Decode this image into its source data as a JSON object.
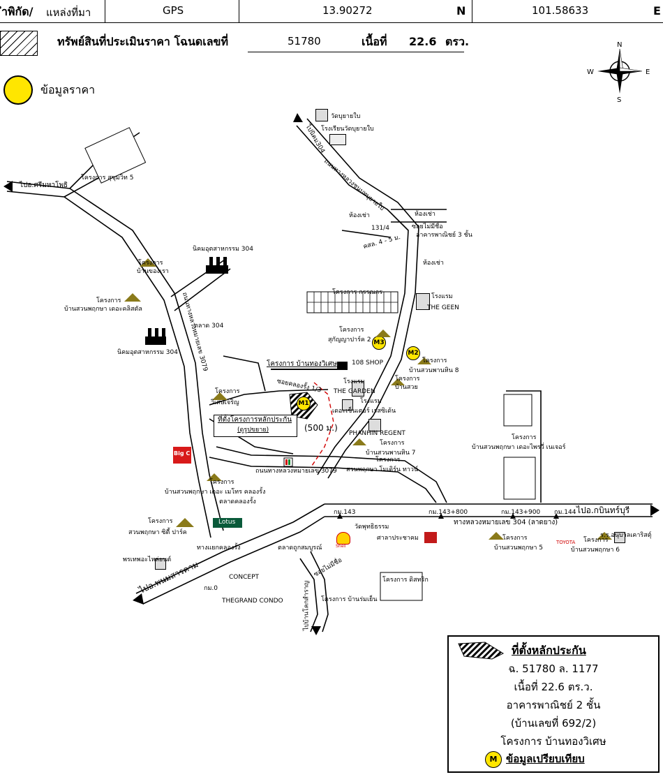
{
  "header": {
    "coord_label": "ำพิกัด/",
    "source_label": "แหล่งที่มา",
    "source_value": "GPS",
    "lat_value": "13.90272",
    "lat_dir": "N",
    "lon_value": "101.58633",
    "lon_dir": "E"
  },
  "property": {
    "title": "ทรัพย์สินที่ประเมินราคา โฉนดเลขที่",
    "deed_no": "51780",
    "area_label": "เนื้อที่",
    "area_value": "22.6",
    "area_unit": "ตรว."
  },
  "price_legend": {
    "label": "ข้อมูลราคา"
  },
  "compass": {
    "n": "N",
    "s": "S",
    "e": "E",
    "w": "W"
  },
  "labels": {
    "wat_yai": "วัดบุยายใบ",
    "school": "โรงเรียนวัดบุยายใบ",
    "to_304": "ไปนิคม304",
    "rd_bu_yai": "ถนนทางหลวงชนบทบุยายใบ",
    "proj_sukhumvit5": "โครงการ สุขุมวิท 5",
    "to_srimahaphot": "ไปอ.ศรีมหาโพธิ",
    "nikom_304_a": "นิคมอุตสาหกรรม 304",
    "proj_ban_khong_rao_1": "โครงการ",
    "proj_ban_khong_rao_2": "บ้านของเรา",
    "proj_suan_pruksa_1": "โครงการ",
    "proj_suan_pruksa_2": "บ้านสวนพฤกษา เดอะคลิสตัล",
    "rd_3079_a": "ถนนทางหลวงหมายเลข 3079",
    "talad_304": "ตลาด 304",
    "nikom_304_b": "นิคมอุตสาหกรรม 304",
    "hong_chao_1": "ห้องเช่า",
    "hong_chao_2": "ห้องเช่า",
    "hong_chao_3": "ห้องเช่า",
    "soi_mai_chue_1": "ซอยไม่มีชื่อ",
    "shophouse_3": "อาคารพาณิชย์ 3 ชั้น",
    "num_131": "131/4",
    "kor_sor_lor": "คสล. 4 - 5 ม.",
    "proj_kornnakorn": "โครงการ กรรณกร",
    "hotel_geen_1": "โรงแรม",
    "hotel_geen_2": "THE GEEN",
    "proj_sukanya_1": "โครงการ",
    "proj_sukanya_2": "สุกัญญาปาร์ค 2",
    "m3": "M3",
    "m2": "M2",
    "m1": "M1",
    "proj_ban_thong": "โครงการ บ้านทองวิเศษ",
    "seven_shop": "108 SHOP",
    "proj_suan_pan_hin8_1": "โครงการ",
    "proj_suan_pan_hin8_2": "บ้านสวนพานหิน 8",
    "proj_ban_suay_1": "โครงการ",
    "proj_ban_suay_2": "บ้านสวย",
    "proj_wiset_1": "โครงการ",
    "proj_wiset_2": "วิเศษเจริญ",
    "soi_klong_rang": "ซอยคลองรั้ง 1/3",
    "hotel_garden_1": "โรงแรม",
    "hotel_garden_2": "THE GARDEN",
    "hotel_3": "โรงแรม",
    "the_center": "เดอะเซ็นเตอร์ เรสซิเด้น",
    "main_loc_1": "ที่ตั้งโครงการหลักประกัน",
    "main_loc_2": "(ดูรูปขยาย)",
    "dist_500": "(500 ม.)",
    "phanhin_regent": "PHANHIN REGENT",
    "proj_pan_hin7_1": "โครงการ",
    "proj_pan_hin7_2": "บ้านสวนพานหิน 7",
    "proj_pruksa_modern_1": "โครงการ",
    "proj_pruksa_modern_2": "สวนพฤกษา โมเดิร์น ทาวน์",
    "proj_pruksa_privee_1": "โครงการ",
    "proj_pruksa_privee_2": "บ้านสวนพฤกษา เดอะไพรวี่ เนเจอร์",
    "big_c": "Big C",
    "rd_3079_b": "ถนนทางหลวงหมายเลข 3079",
    "proj_metro_1": "โครงการ",
    "proj_metro_2": "บ้านสวนพฤกษา เดอะ เมโทร คลองรั้ง",
    "talad_klong_rang": "ตลาดคลองรั้ง",
    "km_143": "กม.143",
    "km_143_900_a": "กม.143+800",
    "km_143_900_b": "กม.143+900",
    "km_144": "กม.144",
    "to_kabinburi": "ไปอ.กบินทร์บุรี",
    "rd_304": "ทางหลวงหมายเลข 304 (ลาดยาง)",
    "proj_city_park_1": "โครงการ",
    "proj_city_park_2": "สวนพฤกษา ซิตี้ ปาร์ค",
    "lotus": "Lotus",
    "wat_phutthatham": "วัดพุทธิธรรม",
    "shell": "Shell",
    "pt_station": "ศาลาประชาคม",
    "prathep": "พรเทพอะไหล่ยนต์",
    "junction": "ทางแยกคลองรั้ง",
    "talad_thuk": "ตลาดถูกสมบูรณ์",
    "proj_pruksa5_1": "โครงการ",
    "proj_pruksa5_2": "บ้านสวนพฤกษา 5",
    "proj_pruksa6_1": "โครงการ",
    "proj_pruksa6_2": "บ้านสวนพฤกษา 6",
    "toyota": "TOYOTA",
    "soi_mai_chue_2": "ซอยไม่มีชื่อ",
    "to_phanom": "ไปอ.พนมสารคาม",
    "concept": "CONCEPT",
    "km_0": "กม.0",
    "grand_condo": "THEGRAND CONDO",
    "to_kok_samran": "ไปบ้านโคกสำราญ",
    "proj_ban_rom_yen": "โครงการ บ้านร่มเย็น",
    "proj_city_rich": "โครงการ ดิสทริก",
    "school_right": "ร.ร.อนุบาลเคาริสตุ์"
  },
  "legend_box": {
    "title": "ที่ตั้งหลักประกัน",
    "line1": "ฉ. 51780 ล. 1177",
    "line2": "เนื้อที่ 22.6 ตร.ว.",
    "line3": "อาคารพาณิชย์ 2 ชั้น",
    "line4": "(บ้านเลขที่ 692/2)",
    "line5": "โครงการ บ้านทองวิเศษ",
    "m_badge": "M",
    "comparison": "ข้อมูลเปรียบเทียบ"
  },
  "colors": {
    "marker_yellow": "#ffe600",
    "route_red": "#d00000",
    "house_olive": "#8a7a1a"
  }
}
